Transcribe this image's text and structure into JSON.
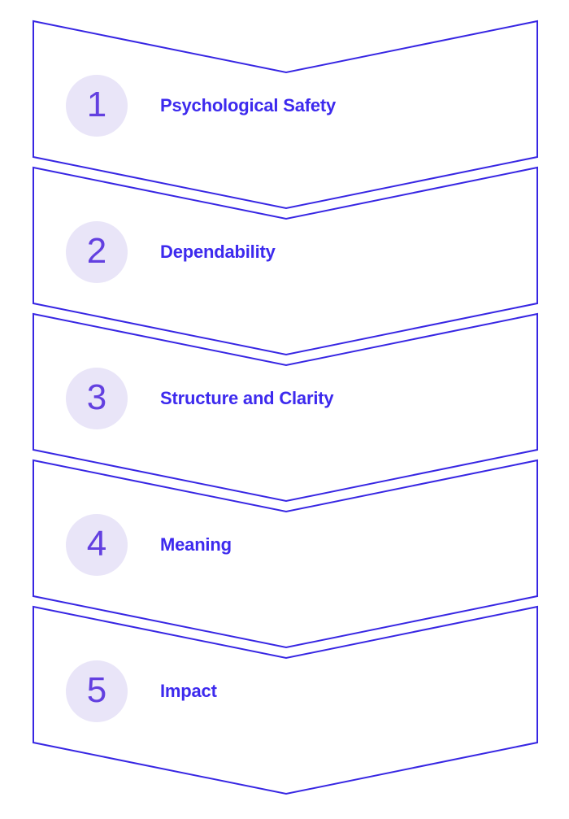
{
  "steps": [
    {
      "number": "1",
      "label": "Psychological Safety"
    },
    {
      "number": "2",
      "label": "Dependability"
    },
    {
      "number": "3",
      "label": "Structure and Clarity"
    },
    {
      "number": "4",
      "label": "Meaning"
    },
    {
      "number": "5",
      "label": "Impact"
    }
  ],
  "colors": {
    "outline": "#3726E3",
    "label_text": "#3D2AEE",
    "number_text": "#6340E0",
    "circle_fill": "#E9E5F8",
    "background": "#FFFFFF"
  }
}
